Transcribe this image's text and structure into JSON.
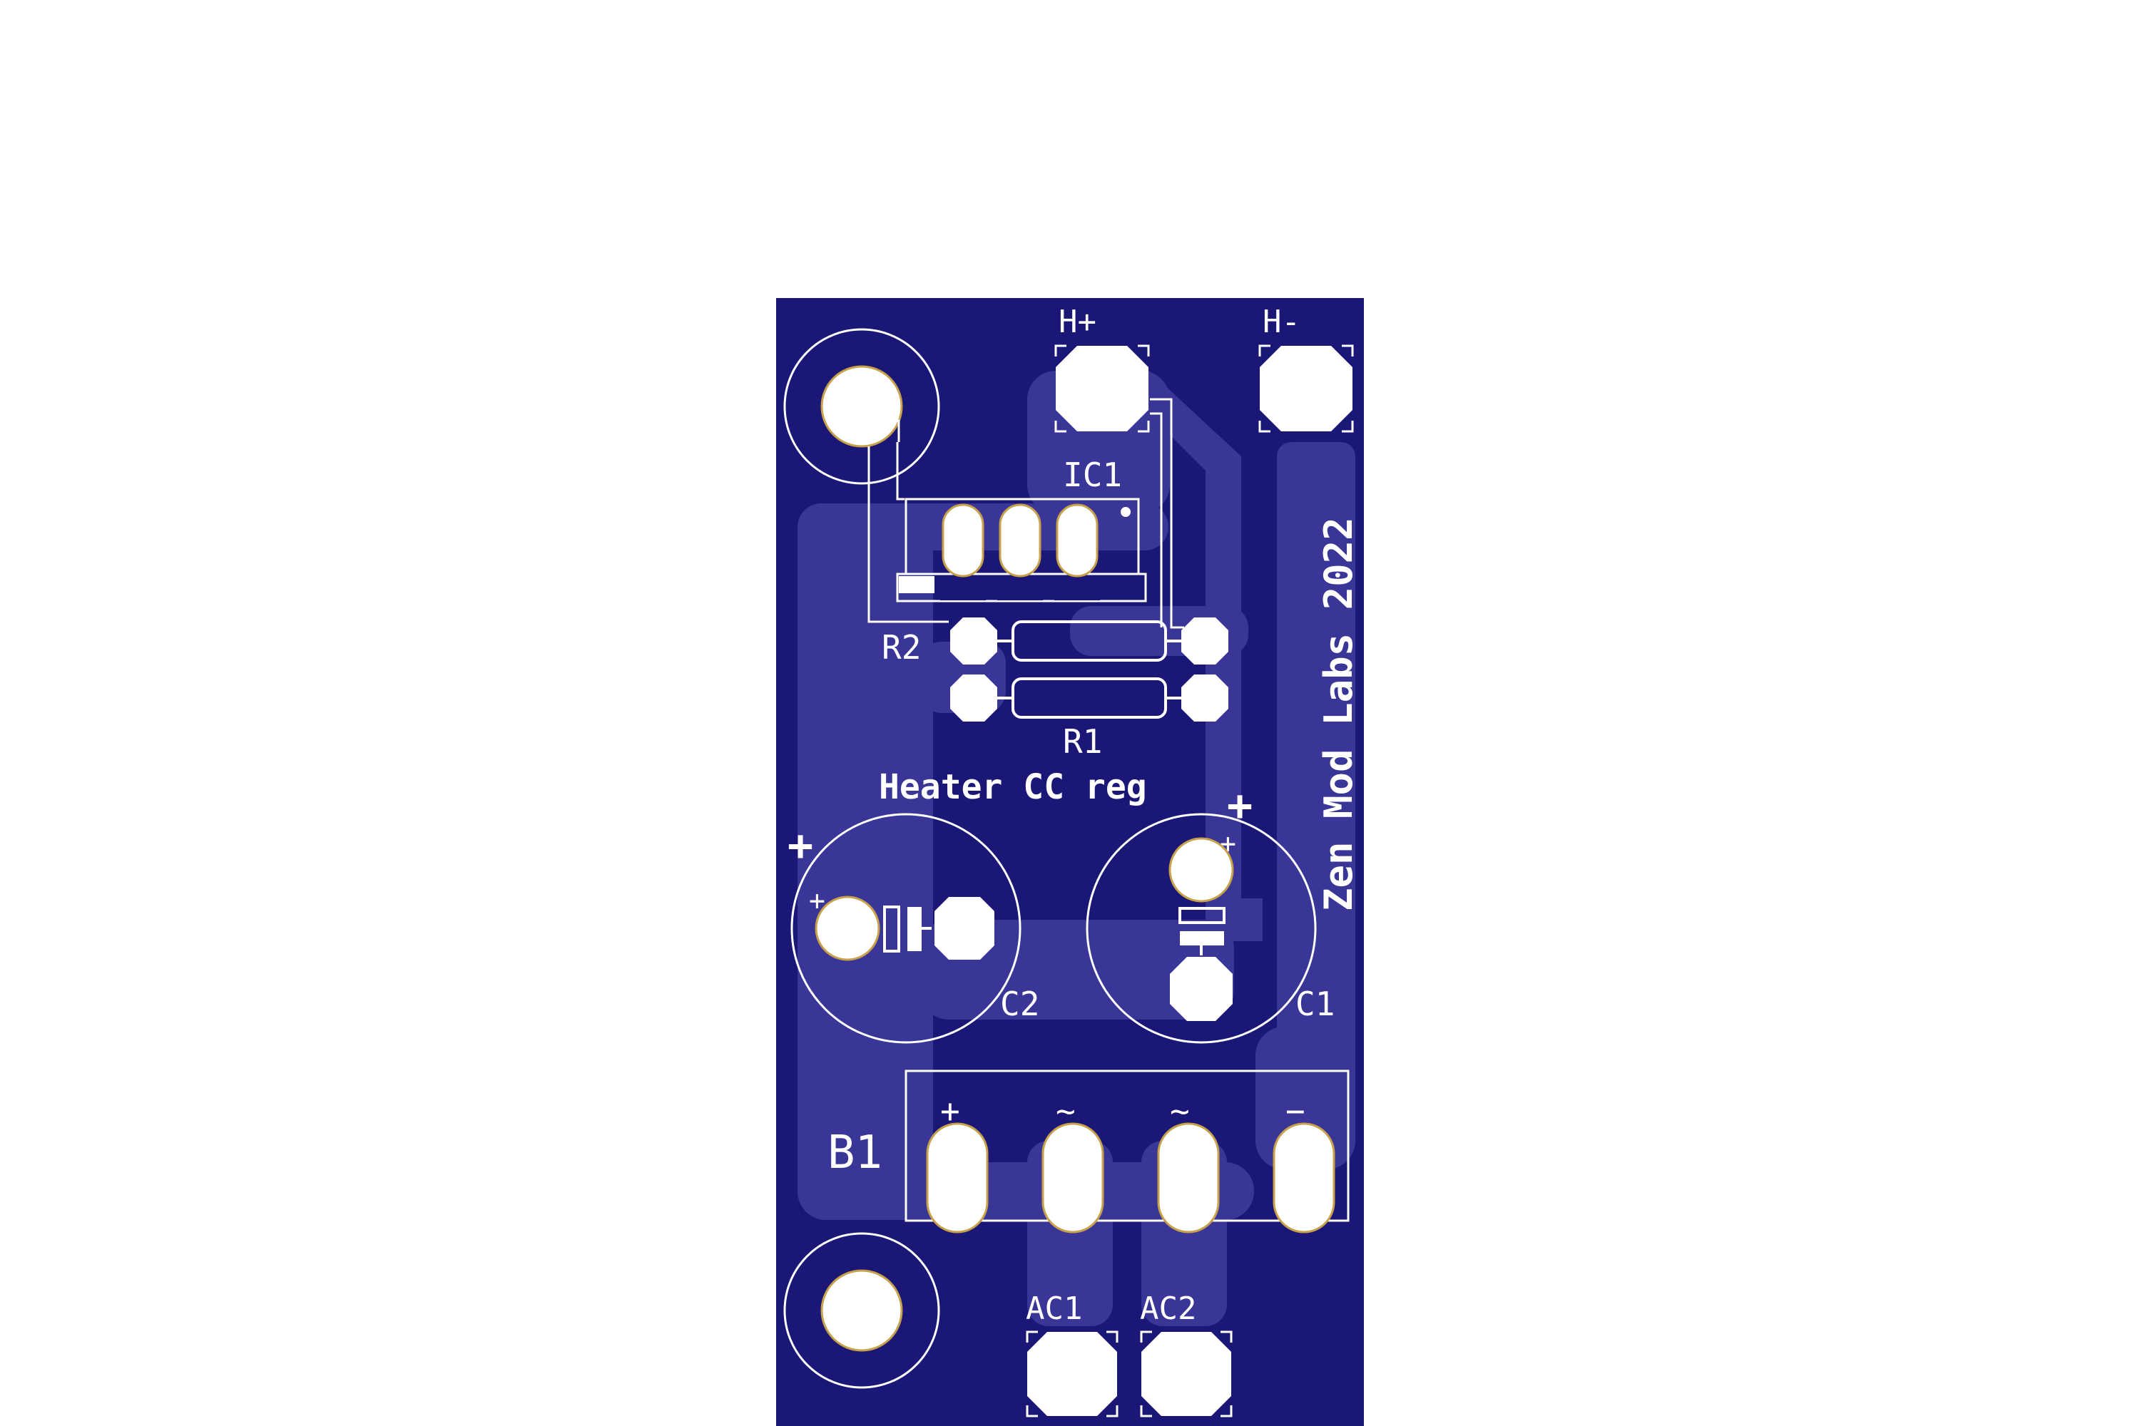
{
  "board": {
    "credit": "Zen Mod Labs 2022",
    "title": "Heater CC reg",
    "colors": {
      "substrate": "#1b1777",
      "copper_pour": "#3a3698",
      "silkscreen": "#ffffff",
      "pad": "#ffffff",
      "pad_outline": "#c8a24a",
      "background": "#ffffff"
    }
  },
  "designators": {
    "ic1": "IC1",
    "r1": "R1",
    "r2": "R2",
    "c1": "C1",
    "c2": "C2",
    "b1": "B1"
  },
  "connectors": {
    "h_plus": "H+",
    "h_minus": "H-",
    "ac1": "AC1",
    "ac2": "AC2"
  },
  "bridge_pins": {
    "plus": "+",
    "ac_a": "~",
    "ac_b": "~",
    "minus": "−"
  },
  "polarity_marks": {
    "c2_outer": "+",
    "c2_inner": "+",
    "c1_outer": "+",
    "c1_inner": "+"
  }
}
